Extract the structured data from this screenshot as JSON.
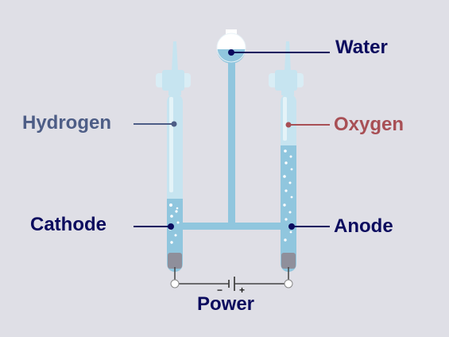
{
  "labels": {
    "water": "Water",
    "hydrogen": "Hydrogen",
    "oxygen": "Oxygen",
    "cathode": "Cathode",
    "anode": "Anode",
    "power": "Power",
    "minus": "−",
    "plus": "+"
  },
  "colors": {
    "background": "#dfdfe6",
    "label_dark": "#0b0b5e",
    "hydrogen": "#4d5d86",
    "oxygen": "#a84f55",
    "tube": "#c6e4f0",
    "tube_highlight": "#e4f3f8",
    "water": "#90c6de",
    "electrode": "#8f8f9b",
    "wire": "#444444"
  }
}
